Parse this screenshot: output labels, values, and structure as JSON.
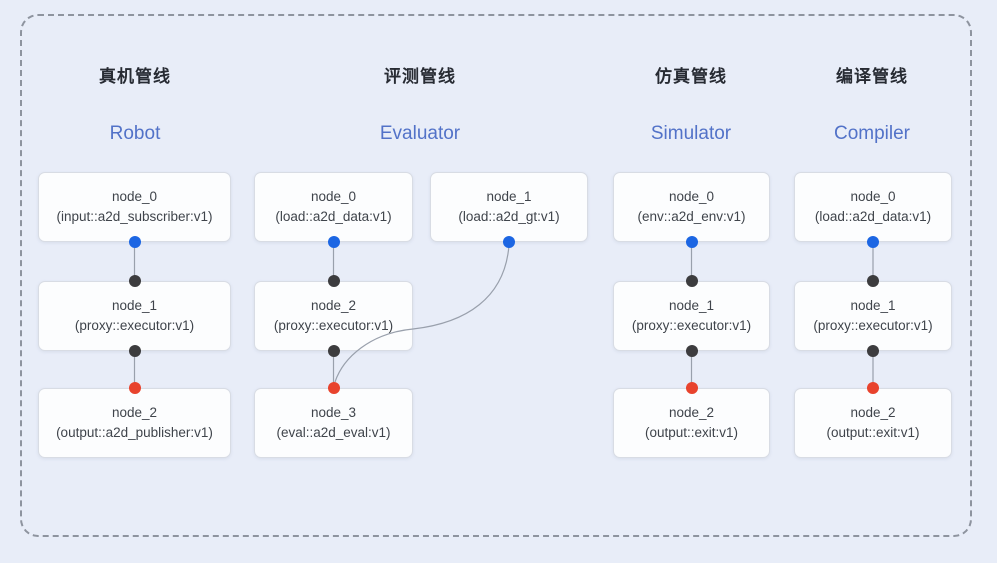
{
  "pipelines": [
    {
      "title_zh": "真机管线",
      "title_en": "Robot",
      "nodes": [
        {
          "name": "node_0",
          "type": "(input::a2d_subscriber:v1)"
        },
        {
          "name": "node_1",
          "type": "(proxy::executor:v1)"
        },
        {
          "name": "node_2",
          "type": "(output::a2d_publisher:v1)"
        }
      ]
    },
    {
      "title_zh": "评测管线",
      "title_en": "Evaluator",
      "nodes": [
        {
          "name": "node_0",
          "type": "(load::a2d_data:v1)"
        },
        {
          "name": "node_1",
          "type": "(load::a2d_gt:v1)"
        },
        {
          "name": "node_2",
          "type": "(proxy::executor:v1)"
        },
        {
          "name": "node_3",
          "type": "(eval::a2d_eval:v1)"
        }
      ]
    },
    {
      "title_zh": "仿真管线",
      "title_en": "Simulator",
      "nodes": [
        {
          "name": "node_0",
          "type": "(env::a2d_env:v1)"
        },
        {
          "name": "node_1",
          "type": "(proxy::executor:v1)"
        },
        {
          "name": "node_2",
          "type": "(output::exit:v1)"
        }
      ]
    },
    {
      "title_zh": "编译管线",
      "title_en": "Compiler",
      "nodes": [
        {
          "name": "node_0",
          "type": "(load::a2d_data:v1)"
        },
        {
          "name": "node_1",
          "type": "(proxy::executor:v1)"
        },
        {
          "name": "node_2",
          "type": "(output::exit:v1)"
        }
      ]
    }
  ],
  "colors": {
    "background": "#e8edf8",
    "frame_border": "#8e949f",
    "node_fill": "#fcfdfe",
    "node_border": "#d8dce4",
    "title_zh": "#272b33",
    "title_en": "#5272c8",
    "edge": "#99a0ac",
    "port_output_blue": "#1c66e3",
    "port_input_dark": "#3c3c3e",
    "port_input_red": "#e8432d"
  }
}
